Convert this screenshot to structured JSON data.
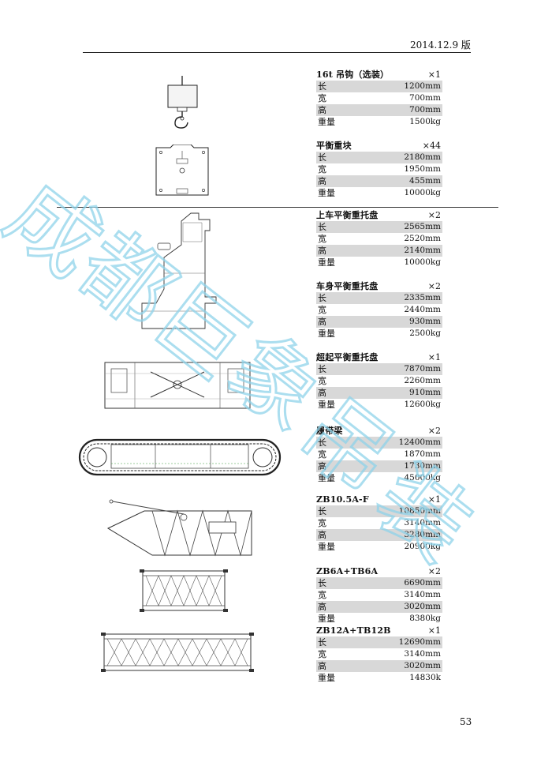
{
  "header": {
    "date": "2014.12.9 版"
  },
  "page_number": "53",
  "labels": {
    "length": "长",
    "width": "宽",
    "height": "高",
    "weight": "重量"
  },
  "watermark": "成都巨象吊装",
  "items": [
    {
      "name": "16t 吊钩（选装）",
      "qty": "×1",
      "length": "1200mm",
      "width": "700mm",
      "height": "700mm",
      "weight": "1500kg"
    },
    {
      "name": "平衡重块",
      "qty": "×44",
      "length": "2180mm",
      "width": "1950mm",
      "height": "455mm",
      "weight": "10000kg"
    },
    {
      "name": "上车平衡重托盘",
      "qty": "×2",
      "length": "2565mm",
      "width": "2520mm",
      "height": "2140mm",
      "weight": "10000kg"
    },
    {
      "name": "车身平衡重托盘",
      "qty": "×2",
      "length": "2335mm",
      "width": "2440mm",
      "height": "930mm",
      "weight": "2500kg"
    },
    {
      "name": "超起平衡重托盘",
      "qty": "×1",
      "length": "7870mm",
      "width": "2260mm",
      "height": "910mm",
      "weight": "12600kg"
    },
    {
      "name": "履带梁",
      "qty": "×2",
      "length": "12400mm",
      "width": "1870mm",
      "height": "1730mm",
      "weight": "45000kg"
    },
    {
      "name": "ZB10.5A-F",
      "qty": "×1",
      "length": "10850mm",
      "width": "3140mm",
      "height": "3280mm",
      "weight": "20900kg"
    },
    {
      "name": "ZB6A+TB6A",
      "qty": "×2",
      "length": "6690mm",
      "width": "3140mm",
      "height": "3020mm",
      "weight": "8380kg"
    },
    {
      "name": "ZB12A+TB12B",
      "qty": "×1",
      "length": "12690mm",
      "width": "3140mm",
      "height": "3020mm",
      "weight": "14830k"
    }
  ]
}
